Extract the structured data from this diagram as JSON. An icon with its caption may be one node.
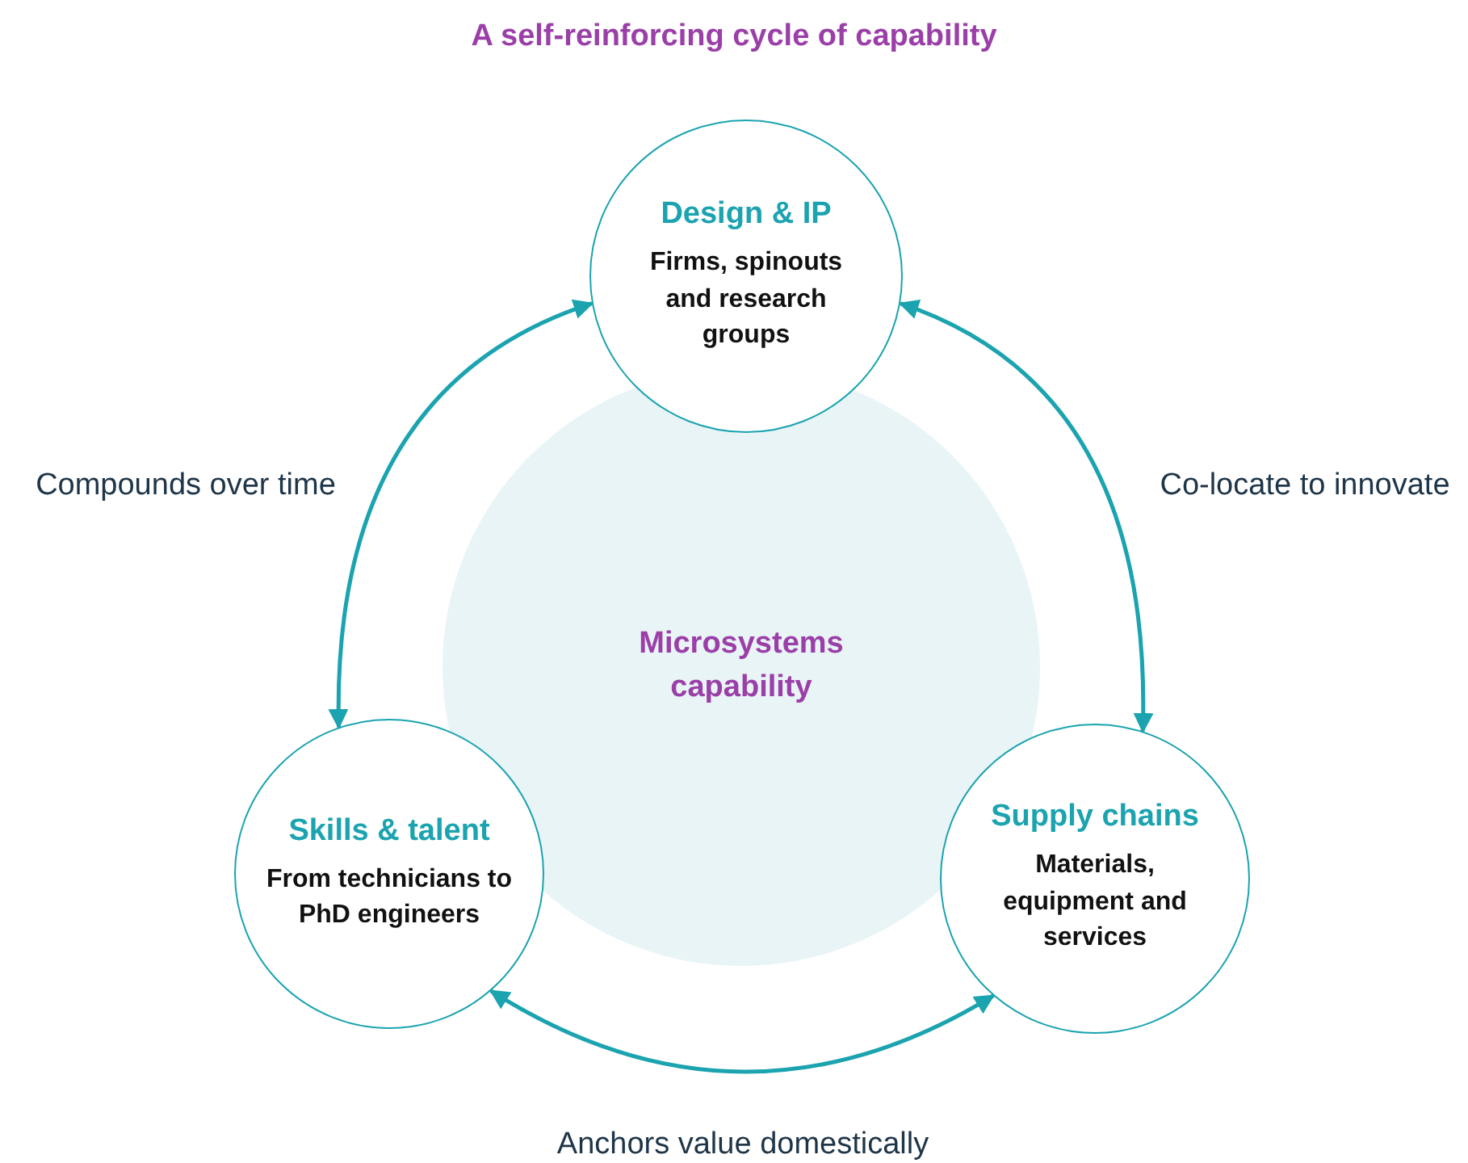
{
  "diagram": {
    "title": "A self-reinforcing cycle of capability",
    "nodes": [
      {
        "text": [
          "Design & IP",
          "Firms, spinouts and research groups"
        ]
      },
      {
        "text": [
          "Microsystems capability"
        ]
      },
      {
        "text": [
          "Skills & talent",
          "From technicians to PhD engineers"
        ]
      },
      {
        "text": [
          "Supply chains",
          "Materials, equipment and services"
        ]
      }
    ],
    "edges": [
      {
        "from": 0,
        "to": 2,
        "arrow": "both",
        "label": "Compounds over time"
      },
      {
        "from": 0,
        "to": 3,
        "arrow": "both",
        "label": "Co-locate to innovate"
      },
      {
        "from": 2,
        "to": 3,
        "arrow": "both",
        "label": "Anchors value domestically"
      }
    ]
  }
}
